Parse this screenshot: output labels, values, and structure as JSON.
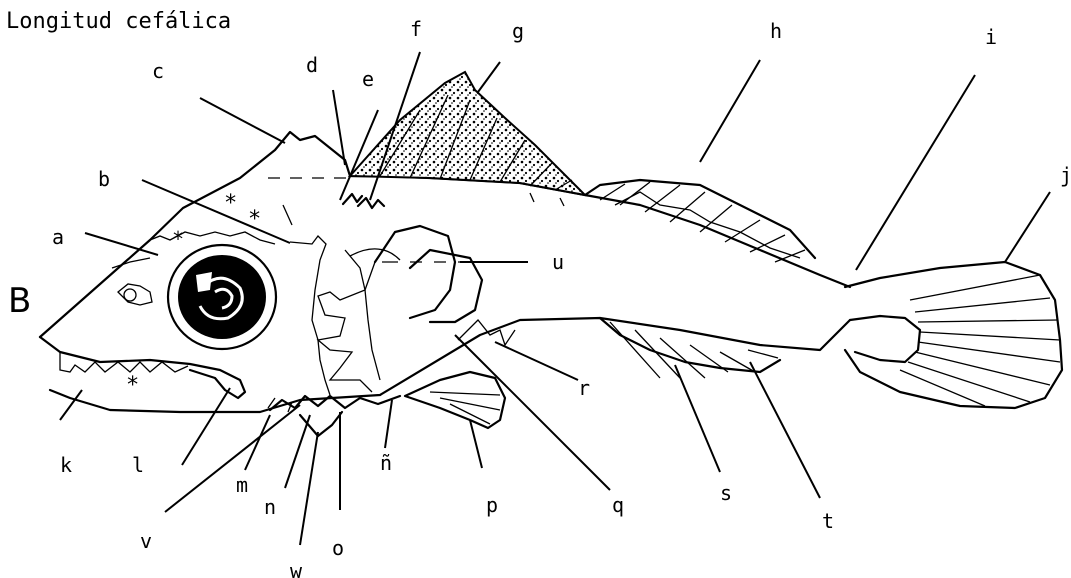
{
  "title": "Longitud cefálica",
  "view_letter": "B",
  "labels": {
    "a": "a",
    "b": "b",
    "c": "c",
    "d": "d",
    "e": "e",
    "f": "f",
    "g": "g",
    "h": "h",
    "i": "i",
    "j": "j",
    "k": "k",
    "l": "l",
    "m": "m",
    "n": "n",
    "enye": "ñ",
    "o": "o",
    "p": "p",
    "q": "q",
    "r": "r",
    "s": "s",
    "t": "t",
    "u": "u",
    "v": "v",
    "w": "w"
  }
}
